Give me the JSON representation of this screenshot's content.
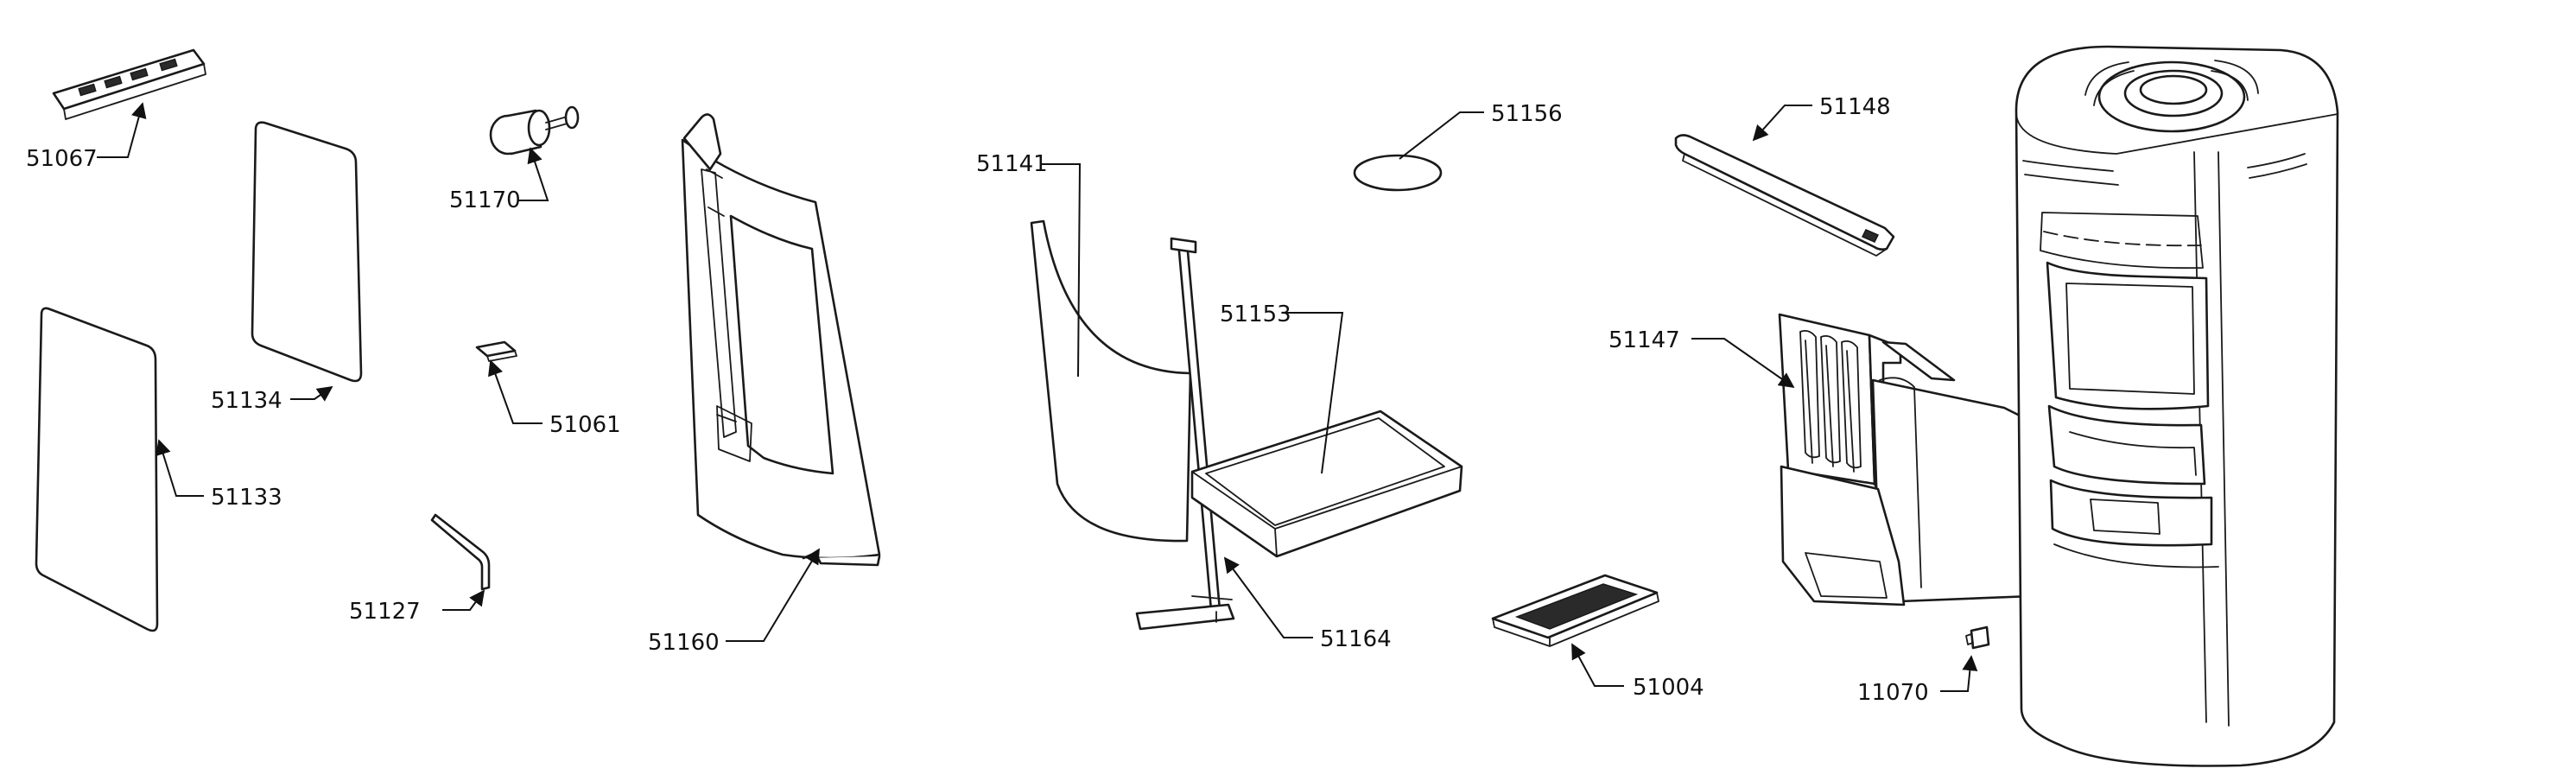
{
  "diagram": {
    "parts": [
      {
        "id": "p51067",
        "label": "51067",
        "name": "bracket-strip"
      },
      {
        "id": "p51170",
        "label": "51170",
        "name": "bolt-assembly"
      },
      {
        "id": "p51134",
        "label": "51134",
        "name": "glass-panel-small"
      },
      {
        "id": "p51133",
        "label": "51133",
        "name": "glass-panel-large"
      },
      {
        "id": "p51061",
        "label": "51061",
        "name": "small-clip"
      },
      {
        "id": "p51127",
        "label": "51127",
        "name": "allen-key"
      },
      {
        "id": "p51160",
        "label": "51160",
        "name": "door-frame"
      },
      {
        "id": "p51141",
        "label": "51141",
        "name": "curved-shield"
      },
      {
        "id": "p51164",
        "label": "51164",
        "name": "grate-lever"
      },
      {
        "id": "p51153",
        "label": "51153",
        "name": "ash-pan"
      },
      {
        "id": "p51156",
        "label": "51156",
        "name": "round-disc"
      },
      {
        "id": "p51004",
        "label": "51004",
        "name": "filter-block"
      },
      {
        "id": "p51148",
        "label": "51148",
        "name": "baffle-plate"
      },
      {
        "id": "p51147",
        "label": "51147",
        "name": "firebox-liner"
      },
      {
        "id": "p11070",
        "label": "11070",
        "name": "small-knob"
      }
    ]
  }
}
